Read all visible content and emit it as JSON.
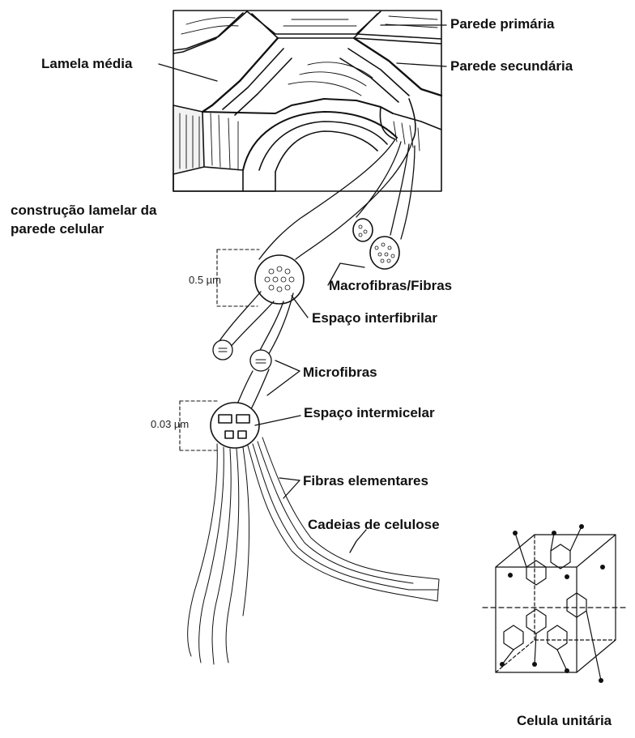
{
  "labels": {
    "parede_primaria": "Parede primária",
    "lamela_media": "Lamela média",
    "parede_secundaria": "Parede secundária",
    "construcao_l1": "construção lamelar da",
    "construcao_l2": "parede celular",
    "macrofibras": "Macrofibras/Fibras",
    "espaco_interfibrilar": "Espaço interfibrilar",
    "microfibras": "Microfibras",
    "espaco_intermicelar": "Espaço intermicelar",
    "fibras_elementares": "Fibras elementares",
    "cadeias_celulose": "Cadeias de celulose",
    "celula_unitaria": "Celula unitária"
  },
  "scales": {
    "macrofibra": "0.5 µm",
    "microfibra": "0.03 µm"
  },
  "colors": {
    "ink": "#111111",
    "paper": "#ffffff"
  }
}
